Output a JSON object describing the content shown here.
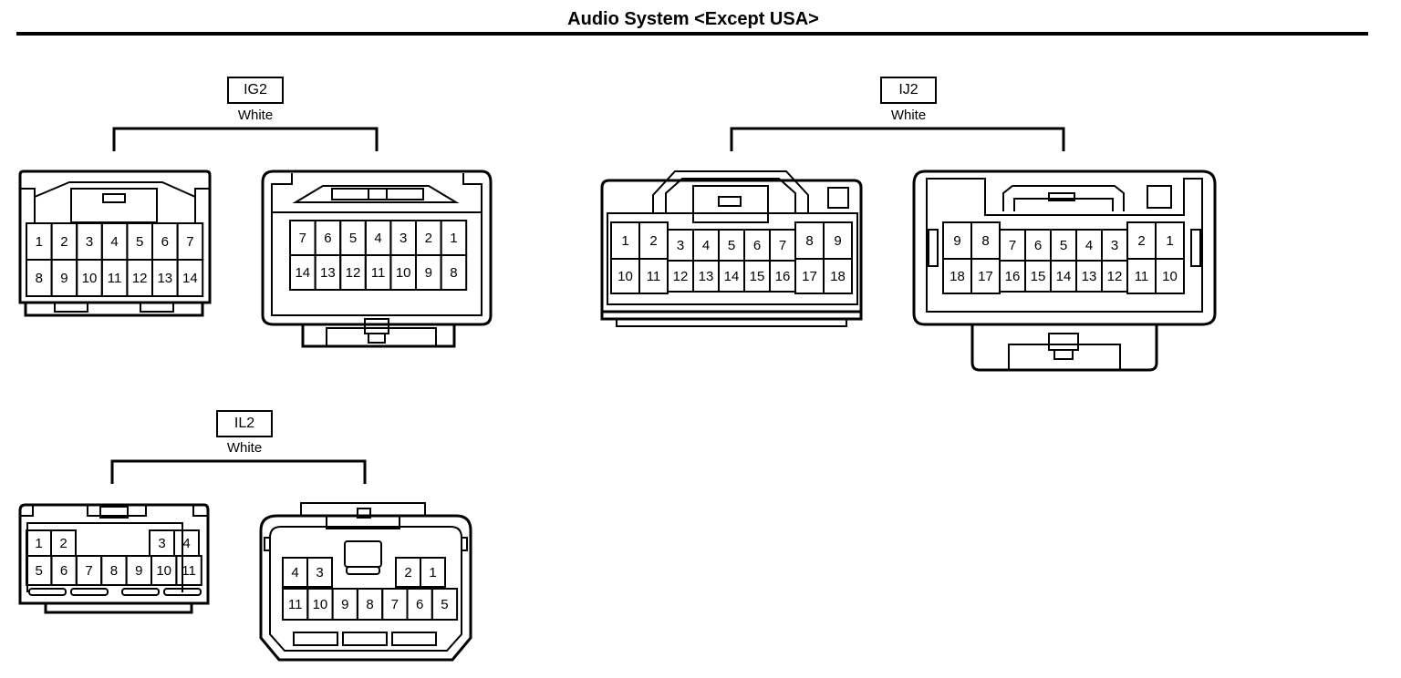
{
  "title": "Audio System <Except USA>",
  "connectors": [
    {
      "code": "IG2",
      "color": "White",
      "left": {
        "rows": [
          [
            "1",
            "2",
            "3",
            "4",
            "5",
            "6",
            "7"
          ],
          [
            "8",
            "9",
            "10",
            "11",
            "12",
            "13",
            "14"
          ]
        ]
      },
      "right": {
        "rows": [
          [
            "7",
            "6",
            "5",
            "4",
            "3",
            "2",
            "1"
          ],
          [
            "14",
            "13",
            "12",
            "11",
            "10",
            "9",
            "8"
          ]
        ]
      }
    },
    {
      "code": "IJ2",
      "color": "White",
      "left": {
        "top": [
          "1",
          "2",
          "3",
          "4",
          "5",
          "6",
          "7",
          "8",
          "9"
        ],
        "bottom": [
          "10",
          "11",
          "12",
          "13",
          "14",
          "15",
          "16",
          "17",
          "18"
        ]
      },
      "right": {
        "top": [
          "9",
          "8",
          "7",
          "6",
          "5",
          "4",
          "3",
          "2",
          "1"
        ],
        "bottom": [
          "18",
          "17",
          "16",
          "15",
          "14",
          "13",
          "12",
          "11",
          "10"
        ]
      }
    },
    {
      "code": "IL2",
      "color": "White",
      "left": {
        "top_left": [
          "1",
          "2"
        ],
        "top_right": [
          "3",
          "4"
        ],
        "bottom": [
          "5",
          "6",
          "7",
          "8",
          "9",
          "10",
          "11"
        ]
      },
      "right": {
        "top_left": [
          "4",
          "3"
        ],
        "top_right": [
          "2",
          "1"
        ],
        "bottom": [
          "11",
          "10",
          "9",
          "8",
          "7",
          "6",
          "5"
        ]
      }
    }
  ]
}
